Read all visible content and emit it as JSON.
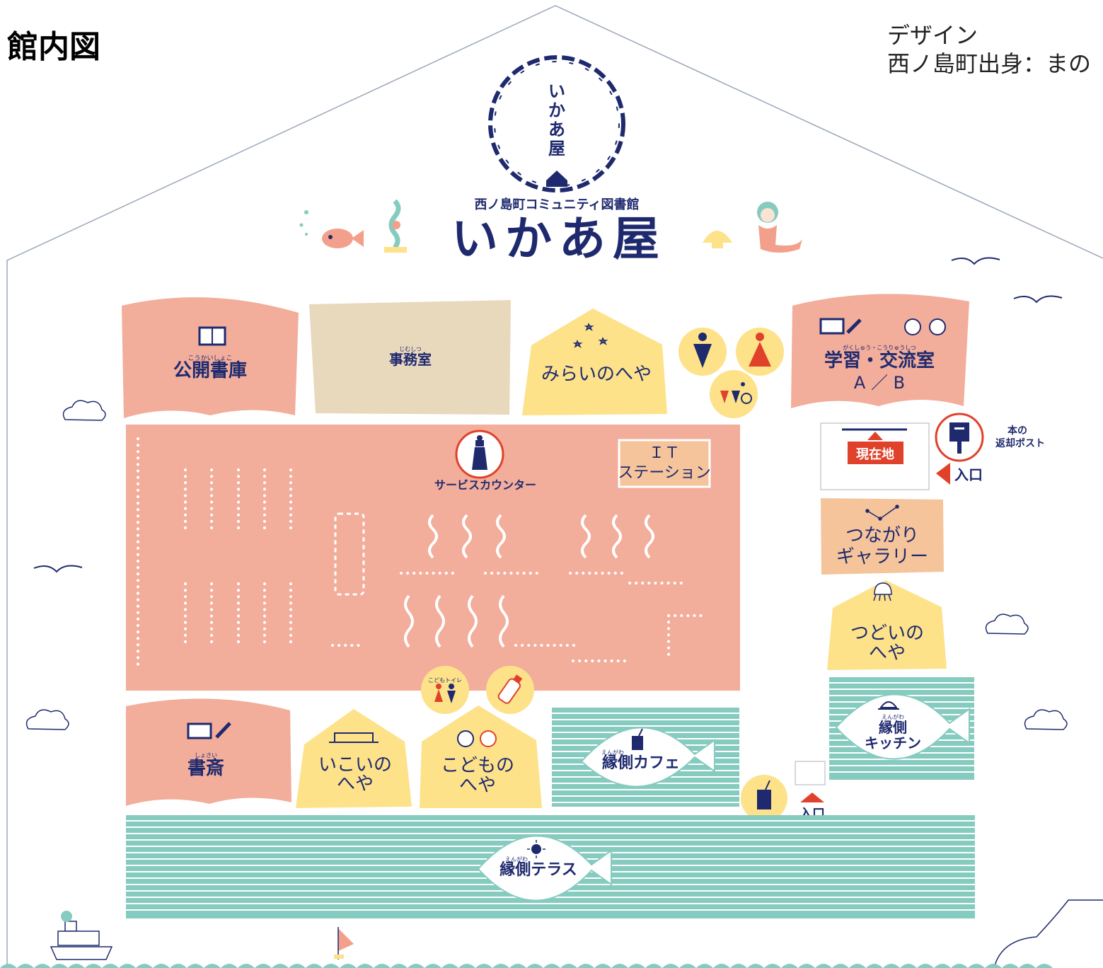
{
  "page_title": "館内図",
  "credit": {
    "line1": "デザイン",
    "line2": "西ノ島町出身：まの"
  },
  "logo": {
    "ring_text": [
      "い",
      "か",
      "あ",
      "屋"
    ],
    "subtitle": "西ノ島町コミュニティ図書館",
    "name": "いかあ屋"
  },
  "rooms": {
    "open_stacks": {
      "ruby": "こうかいしょこ",
      "label": "公開書庫"
    },
    "office": {
      "ruby": "じむしつ",
      "label": "事務室"
    },
    "future_room": {
      "label": "みらいのへや"
    },
    "study_room": {
      "ruby": "がくしゅう・こうりゅうしつ",
      "label": "学習・交流室",
      "label2": "A ／ B"
    },
    "service_counter": {
      "label": "サービスカウンター"
    },
    "it_station": {
      "label1": "ＩＴ",
      "label2": "ステーション"
    },
    "return_post": {
      "label1": "本の",
      "label2": "返却ポスト"
    },
    "current_location": {
      "label": "現在地"
    },
    "entrance_main": {
      "label": "入口"
    },
    "gallery": {
      "label1": "つながり",
      "label2": "ギャラリー"
    },
    "gathering_room": {
      "label1": "つどいの",
      "label2": "へや"
    },
    "study_den": {
      "ruby": "しょさい",
      "label": "書斎"
    },
    "rest_room": {
      "label1": "いこいの",
      "label2": "へや"
    },
    "kids_room": {
      "label1": "こどもの",
      "label2": "へや"
    },
    "kids_toilet": {
      "label": "こどもトイレ"
    },
    "veranda_cafe": {
      "ruby": "えんがわ",
      "label": "縁側カフェ"
    },
    "veranda_kitchen": {
      "ruby": "えんがわ",
      "label1": "縁側",
      "label2": "キッチン"
    },
    "entrance_side": {
      "label": "入口"
    },
    "veranda_terrace": {
      "ruby": "えんがわ",
      "label": "縁側テラス"
    }
  },
  "colors": {
    "salmon": "#f2ad9b",
    "beige": "#e8d8bc",
    "yellow": "#fde28a",
    "peach": "#f5c49b",
    "teal": "#86cbbf",
    "navy": "#1f2a6e",
    "red": "#e0412a",
    "stroke": "#9aa7b8"
  },
  "icons": [
    "fish-icon",
    "seaweed-icon",
    "shell-icon",
    "mermaid-icon",
    "seagull-icon",
    "cloud-icon",
    "book-icon",
    "pen-icon",
    "star-icon",
    "lighthouse-icon",
    "mailbox-icon",
    "male-toilet-icon",
    "female-toilet-icon",
    "accessible-toilet-icon",
    "baby-bottle-icon",
    "drink-icon",
    "octopus-icon",
    "sun-icon",
    "ship-icon",
    "sailboat-icon"
  ]
}
